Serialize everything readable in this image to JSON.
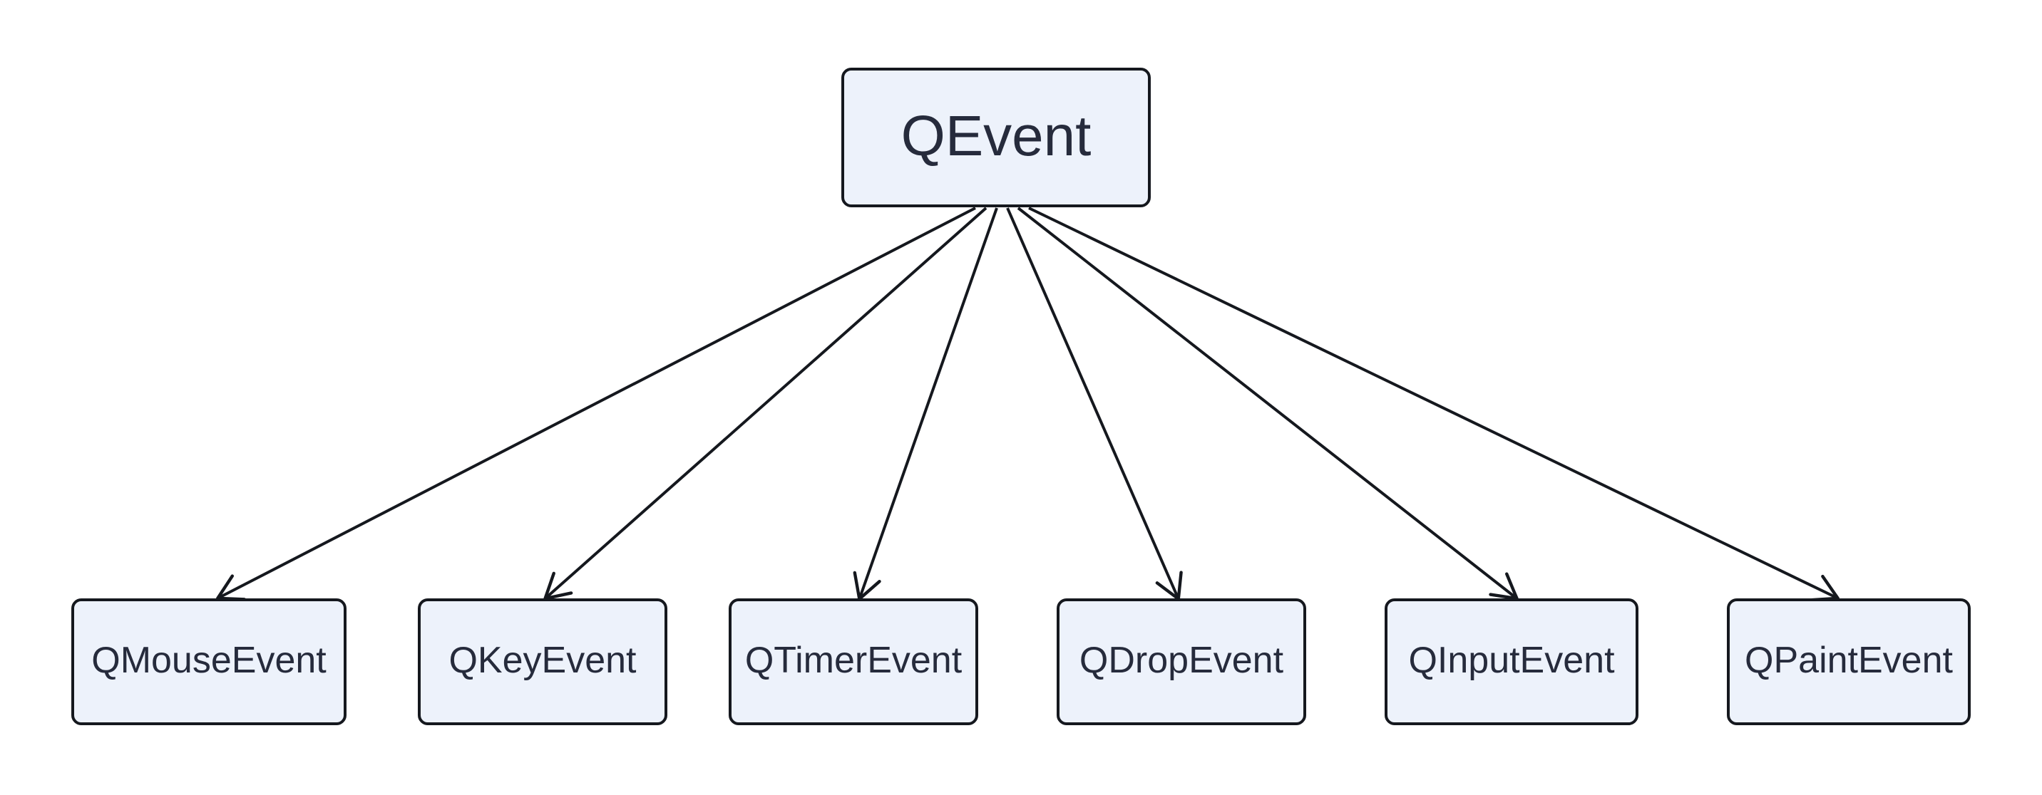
{
  "diagram": {
    "type": "class-hierarchy",
    "nodes": {
      "root": {
        "label": "QEvent"
      },
      "children": [
        {
          "label": "QMouseEvent"
        },
        {
          "label": "QKeyEvent"
        },
        {
          "label": "QTimerEvent"
        },
        {
          "label": "QDropEvent"
        },
        {
          "label": "QInputEvent"
        },
        {
          "label": "QPaintEvent"
        }
      ]
    },
    "edges": [
      {
        "from": "QEvent",
        "to": "QMouseEvent"
      },
      {
        "from": "QEvent",
        "to": "QKeyEvent"
      },
      {
        "from": "QEvent",
        "to": "QTimerEvent"
      },
      {
        "from": "QEvent",
        "to": "QDropEvent"
      },
      {
        "from": "QEvent",
        "to": "QInputEvent"
      },
      {
        "from": "QEvent",
        "to": "QPaintEvent"
      }
    ],
    "colors": {
      "background": "#ffffff",
      "node_fill": "#edf2fb",
      "node_border": "#15181e",
      "text": "#262b3c",
      "arrow": "#15181e"
    }
  }
}
